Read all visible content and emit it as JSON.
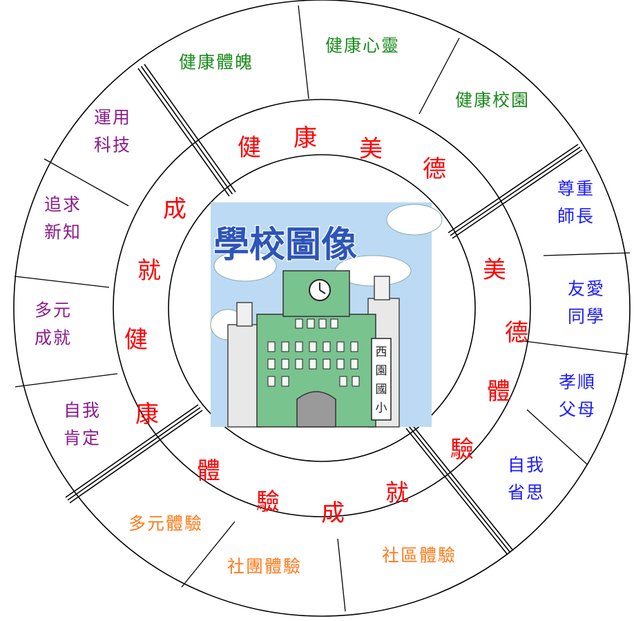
{
  "center": {
    "title": "學校圖像",
    "sign": "西園國小"
  },
  "sections": [
    {
      "id": "health",
      "chars": [
        "健",
        "康",
        "美",
        "德"
      ],
      "color": "#ff0000"
    },
    {
      "id": "virtue",
      "chars": [
        "美",
        "德",
        "體",
        "驗"
      ],
      "color": "#ff0000"
    },
    {
      "id": "experience",
      "chars": [
        "體",
        "驗",
        "成",
        "就"
      ],
      "color": "#ff0000"
    },
    {
      "id": "achievement",
      "chars": [
        "成",
        "就",
        "健",
        "康"
      ],
      "color": "#ff0000"
    }
  ],
  "outer_items": [
    {
      "id": "healthy-body",
      "lines": [
        "健康體魄"
      ],
      "color": "#1a8a1a"
    },
    {
      "id": "healthy-mind",
      "lines": [
        "健康心靈"
      ],
      "color": "#1a8a1a"
    },
    {
      "id": "healthy-campus",
      "lines": [
        "健康校園"
      ],
      "color": "#1a8a1a"
    },
    {
      "id": "respect-teachers",
      "lines": [
        "尊重",
        "師長"
      ],
      "color": "#1a1aff"
    },
    {
      "id": "love-classmates",
      "lines": [
        "友愛",
        "同學"
      ],
      "color": "#1a1aff"
    },
    {
      "id": "filial-parents",
      "lines": [
        "孝順",
        "父母"
      ],
      "color": "#1a1aff"
    },
    {
      "id": "self-reflection",
      "lines": [
        "自我",
        "省思"
      ],
      "color": "#1a1aff"
    },
    {
      "id": "community-experience",
      "lines": [
        "社區體驗"
      ],
      "color": "#ff7a1a"
    },
    {
      "id": "club-experience",
      "lines": [
        "社團體驗"
      ],
      "color": "#ff7a1a"
    },
    {
      "id": "diverse-experience",
      "lines": [
        "多元體驗"
      ],
      "color": "#ff7a1a"
    },
    {
      "id": "self-affirmation",
      "lines": [
        "自我",
        "肯定"
      ],
      "color": "#8b1a8b"
    },
    {
      "id": "diverse-achievement",
      "lines": [
        "多元",
        "成就"
      ],
      "color": "#8b1a8b"
    },
    {
      "id": "pursue-knowledge",
      "lines": [
        "追求",
        "新知"
      ],
      "color": "#8b1a8b"
    },
    {
      "id": "apply-technology",
      "lines": [
        "運用",
        "科技"
      ],
      "color": "#8b1a8b"
    }
  ]
}
